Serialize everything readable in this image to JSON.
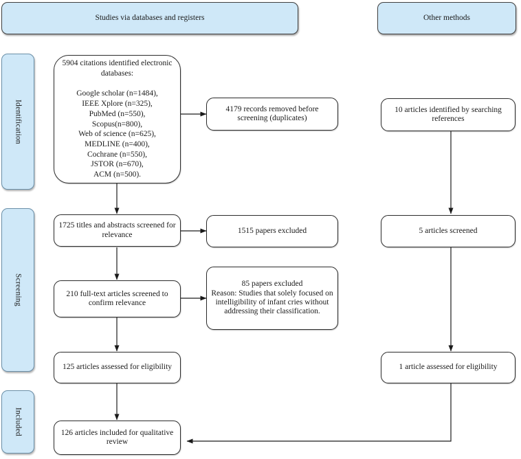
{
  "diagram": {
    "title": "PRISMA flow diagram",
    "colors": {
      "header_fill": "#cfe8f8",
      "stage_fill": "#cfe8f8",
      "node_fill": "#ffffff",
      "stroke": "#2b2b2b",
      "text": "#1a1a1a"
    }
  },
  "headers": [
    {
      "id": "databases-registers",
      "label": "Studies via databases and registers"
    },
    {
      "id": "other-methods",
      "label": "Other methods"
    }
  ],
  "stages": [
    {
      "id": "identification",
      "label": "Identification"
    },
    {
      "id": "screening",
      "label": "Screening"
    },
    {
      "id": "included",
      "label": "Included"
    }
  ],
  "nodes": {
    "citations_identified": {
      "heading": "5904 citations identified electronic databases:",
      "sources": [
        "Google scholar (n=1484),",
        "IEEE Xplore (n=325),",
        "PubMed (n=550),",
        "Scopus(n=800),",
        "Web of science (n=625),",
        "MEDLINE (n=400),",
        "Cochrane (n=550),",
        "JSTOR (n=670),",
        "ACM (n=500)."
      ],
      "text": "5904 citations identified electronic\ndatabases:\n\nGoogle scholar (n=1484),\nIEEE Xplore (n=325),\nPubMed (n=550),\nScopus(n=800),\nWeb of science (n=625),\nMEDLINE (n=400),\nCochrane (n=550),\nJSTOR (n=670),\nACM (n=500)."
    },
    "records_removed": {
      "text": "4179 records removed before\nscreening (duplicates)"
    },
    "titles_screened": {
      "text": "1725 titles and abstracts screened for\nrelevance"
    },
    "papers_excluded_1515": {
      "text": "1515 papers excluded"
    },
    "fulltext_screened": {
      "text": "210 full-text articles screened to\nconfirm relevance"
    },
    "papers_excluded_85": {
      "text": "85 papers excluded\nReason: Studies that solely focused on\nintelligibility of infant cries without\naddressing their classification."
    },
    "assessed_eligibility_125": {
      "text": "125 articles assessed for eligibility"
    },
    "included_qualitative": {
      "text": "126 articles included for qualitative\nreview"
    },
    "other_identified": {
      "text": "10 articles identified by searching\nreferences"
    },
    "other_screened": {
      "text": "5 articles screened"
    },
    "other_assessed": {
      "text": "1 article assessed for eligibility"
    }
  }
}
